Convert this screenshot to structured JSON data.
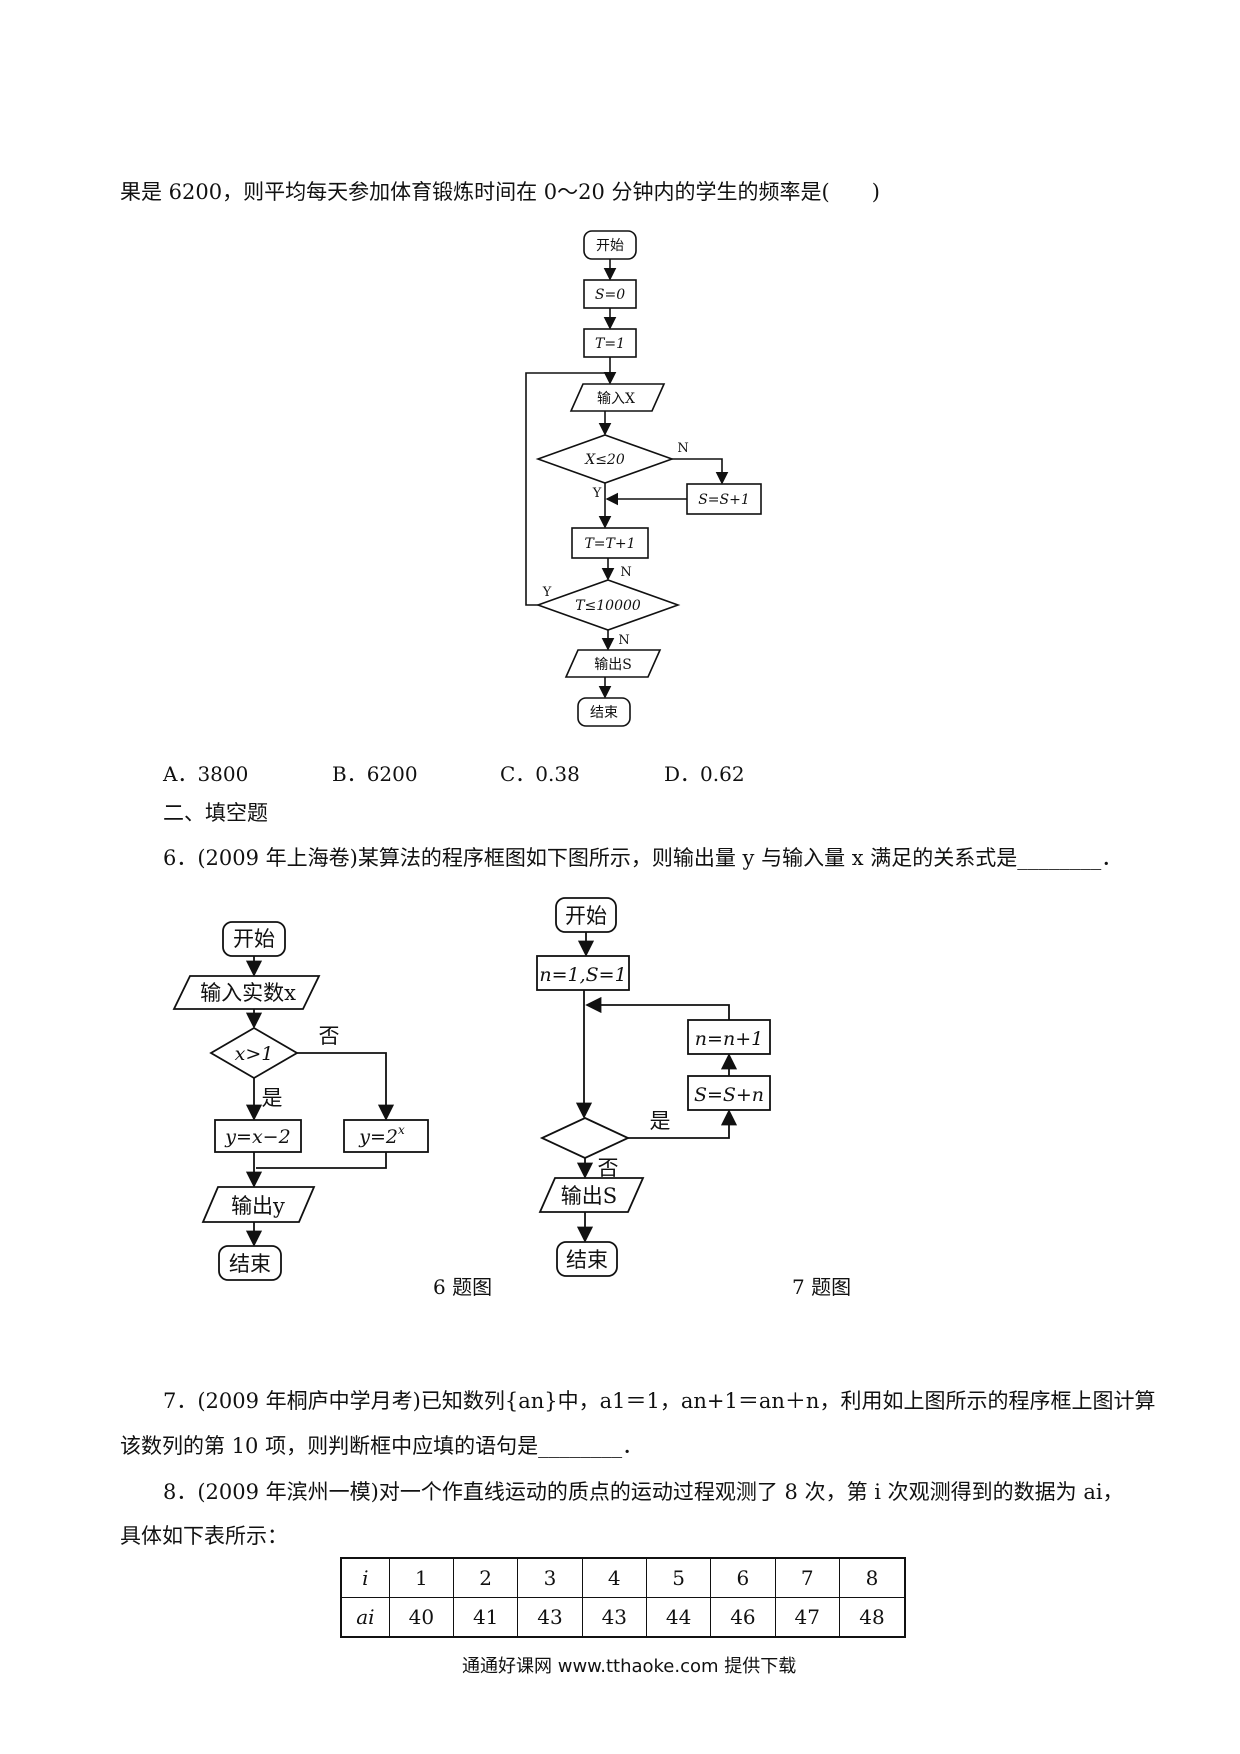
{
  "q5": {
    "text": "果是 6200，则平均每天参加体育锻炼时间在 0～20 分钟内的学生的频率是(　　)",
    "options": [
      "A．3800",
      "B．6200",
      "C．0.38",
      "D．0.62"
    ]
  },
  "flow5": {
    "start": "开始",
    "s0": "S=0",
    "t1": "T=1",
    "input": "输入X",
    "cond1": "X≤20",
    "n1": "N",
    "y1": "Y",
    "inc_s": "S=S+1",
    "inc_t": "T=T+1",
    "n2": "N",
    "cond2": "T≤10000",
    "y2": "Y",
    "n3": "N",
    "output": "输出S",
    "end": "结束"
  },
  "section": {
    "title": "二、填空题"
  },
  "q6": {
    "text": "6．(2009 年上海卷)某算法的程序框图如下图所示，则输出量 y 与输入量 x 满足的关系式是________．"
  },
  "flow6": {
    "start": "开始",
    "input": "输入实数x",
    "cond": "x>1",
    "no": "否",
    "yes": "是",
    "left_box": "y=x−2",
    "right_box_base": "y=2",
    "right_box_exp": "x",
    "output": "输出y",
    "end": "结束",
    "caption": "6 题图"
  },
  "flow7": {
    "start": "开始",
    "init": "n=1,S=1",
    "inc_n": "n=n+1",
    "inc_s": "S=S+n",
    "yes": "是",
    "no": "否",
    "output": "输出S",
    "end": "结束",
    "caption": "7 题图"
  },
  "q7": {
    "line1": "7．(2009 年桐庐中学月考)已知数列{an}中，a1＝1，an+1＝an＋n，利用如上图所示的程序框上图计算",
    "line2": "该数列的第 10 项，则判断框中应填的语句是________．"
  },
  "q8": {
    "line1": "8．(2009 年滨州一模)对一个作直线运动的质点的运动过程观测了 8 次，第 i 次观测得到的数据为 ai，",
    "line2": "具体如下表所示："
  },
  "table": {
    "row1_label": "i",
    "row1": [
      "1",
      "2",
      "3",
      "4",
      "5",
      "6",
      "7",
      "8"
    ],
    "row2_label": "ai",
    "row2": [
      "40",
      "41",
      "43",
      "43",
      "44",
      "46",
      "47",
      "48"
    ]
  },
  "footer": {
    "text": "通通好课网 www.tthaoke.com 提供下载"
  }
}
